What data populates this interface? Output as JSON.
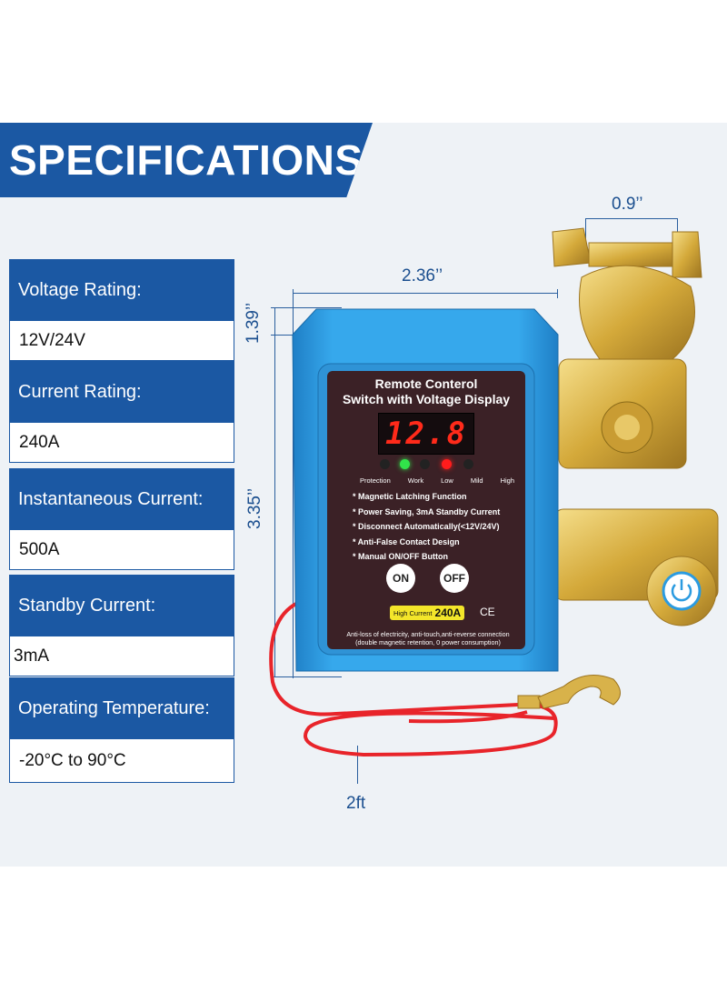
{
  "banner": {
    "title": "SPECIFICATIONS"
  },
  "specs": [
    {
      "label": "Voltage Rating:",
      "value": "12V/24V"
    },
    {
      "label": "Current Rating:",
      "value": "240A"
    },
    {
      "label": "Instantaneous Current:",
      "value": "500A"
    },
    {
      "label": "Standby Current:",
      "value": "3mA"
    },
    {
      "label": "Operating Temperature:",
      "value": "-20°C to 90°C"
    }
  ],
  "dimensions": {
    "width": "2.36’’",
    "height_top": "1.39’’",
    "height_full": "3.35’’",
    "terminal": "0.9’’",
    "cable": "2ft"
  },
  "device": {
    "title_line1": "Remote  Conterol",
    "title_line2": "Switch with Voltage Display",
    "display": "12.8",
    "indicators": [
      "Protection",
      "Work",
      "Low",
      "Mild",
      "High"
    ],
    "features": [
      "* Magnetic Latching Function",
      "* Power Saving, 3mA Standby Current",
      "* Disconnect Automatically(<12V/24V)",
      "* Anti-False Contact Design",
      "* Manual ON/OFF Button"
    ],
    "on_label": "ON",
    "off_label": "OFF",
    "badge_prefix": "High Current",
    "badge_value": "240A",
    "ce_mark": "CE",
    "footer_line1": "Anti-loss of electricity, anti-touch,anti-reverse connection",
    "footer_line2": "(double magnetic retention, 0 power consumption)"
  },
  "colors": {
    "brand_blue": "#1b58a3",
    "device_blue": "#2b9be0",
    "brass": "#d8b24a",
    "wire_red": "#e8242a"
  }
}
